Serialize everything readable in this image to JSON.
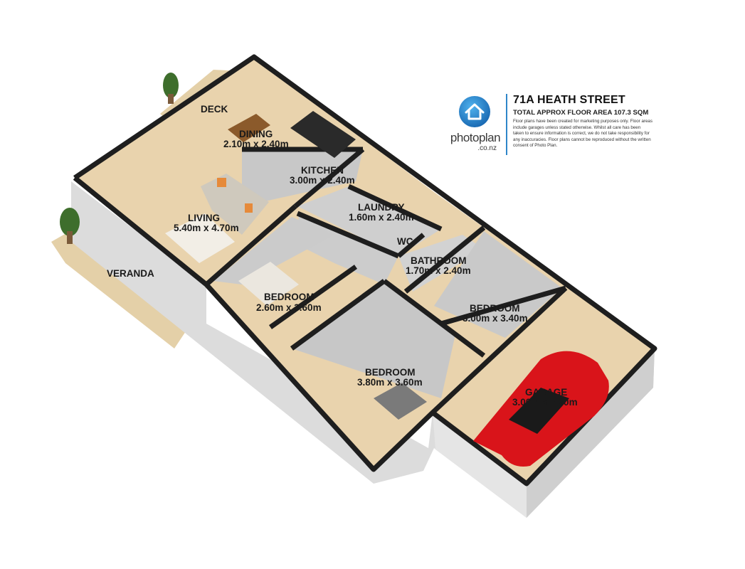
{
  "header": {
    "address": "71A HEATH STREET",
    "floor_area": "TOTAL APPROX FLOOR AREA 107.3 SQM",
    "disclaimer": "Floor plans have been created for marketing purposes only. Floor areas include garages unless stated otherwise. Whilst all care has been taken to ensure information is correct, we do not take responsibility for any inaccuracies. Floor plans cannot be reproduced without the written consent of Photo Plan."
  },
  "brand": {
    "name": "photoplan",
    "domain": ".co.nz",
    "logo_icon": "house-icon",
    "accent_color": "#2e86c9"
  },
  "rooms": {
    "deck": {
      "name": "DECK"
    },
    "dining": {
      "name": "DINING",
      "size": "2.10m x 2.40m"
    },
    "kitchen": {
      "name": "KITCHEN",
      "size": "3.00m x 2.40m"
    },
    "laundry": {
      "name": "LAUNDRY",
      "size": "1.60m x 2.40m"
    },
    "living": {
      "name": "LIVING",
      "size": "5.40m x 4.70m"
    },
    "wc": {
      "name": "WC"
    },
    "bathroom": {
      "name": "BATHROOM",
      "size": "1.70m x 2.40m"
    },
    "veranda": {
      "name": "VERANDA"
    },
    "bedroom1": {
      "name": "BEDROOM",
      "size": "2.60m x 3.60m"
    },
    "bedroom2": {
      "name": "BEDROOM",
      "size": "3.00m x 3.40m"
    },
    "bedroom3": {
      "name": "BEDROOM",
      "size": "3.80m x 3.60m"
    },
    "garage": {
      "name": "GARAGE",
      "size": "3.00m x 5.50m"
    }
  },
  "colors": {
    "floor": "#e9d3ad",
    "wall_top": "#1e1e1e",
    "wall_face": "#d9d9d9",
    "car": "#d9141a",
    "deck": "#e4d0a8"
  }
}
